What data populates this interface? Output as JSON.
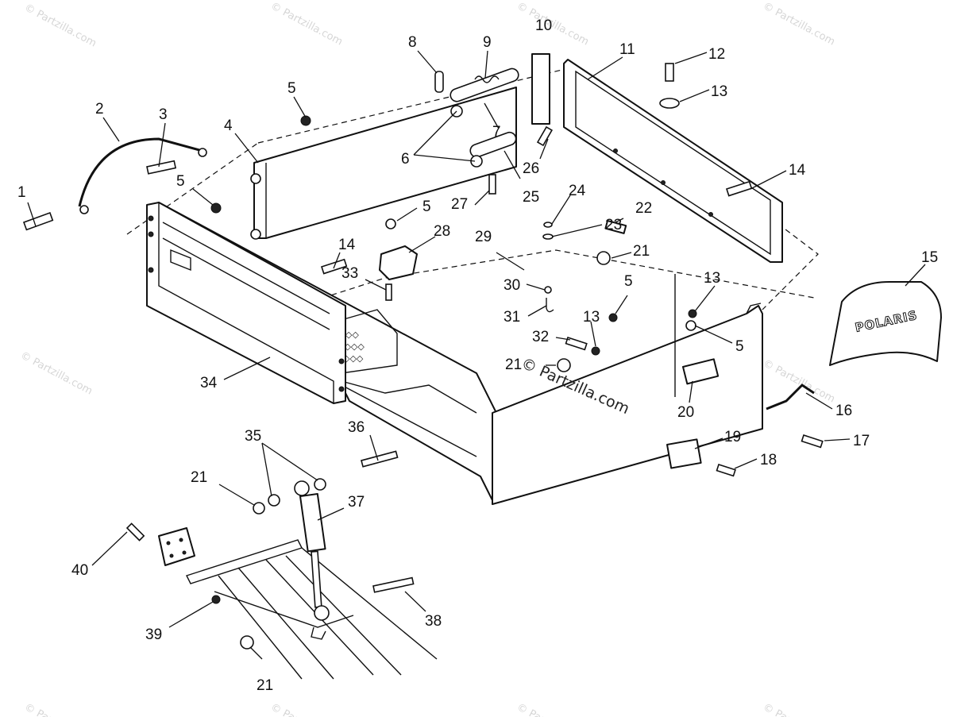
{
  "watermarks": {
    "corner_text": "© Partzilla.com",
    "center_text": "© Partzilla.com"
  },
  "decal_text": "POLARIS",
  "callouts": [
    {
      "id": "c1",
      "label": "1"
    },
    {
      "id": "c2",
      "label": "2"
    },
    {
      "id": "c3",
      "label": "3"
    },
    {
      "id": "c4",
      "label": "4"
    },
    {
      "id": "c5a",
      "label": "5"
    },
    {
      "id": "c5b",
      "label": "5"
    },
    {
      "id": "c5c",
      "label": "5"
    },
    {
      "id": "c5d",
      "label": "5"
    },
    {
      "id": "c5e",
      "label": "5"
    },
    {
      "id": "c6",
      "label": "6"
    },
    {
      "id": "c7",
      "label": "7"
    },
    {
      "id": "c8",
      "label": "8"
    },
    {
      "id": "c9",
      "label": "9"
    },
    {
      "id": "c10",
      "label": "10"
    },
    {
      "id": "c11",
      "label": "11"
    },
    {
      "id": "c12",
      "label": "12"
    },
    {
      "id": "c13a",
      "label": "13"
    },
    {
      "id": "c13b",
      "label": "13"
    },
    {
      "id": "c13c",
      "label": "13"
    },
    {
      "id": "c14a",
      "label": "14"
    },
    {
      "id": "c14b",
      "label": "14"
    },
    {
      "id": "c15",
      "label": "15"
    },
    {
      "id": "c16",
      "label": "16"
    },
    {
      "id": "c17",
      "label": "17"
    },
    {
      "id": "c18",
      "label": "18"
    },
    {
      "id": "c19",
      "label": "19"
    },
    {
      "id": "c20",
      "label": "20"
    },
    {
      "id": "c21a",
      "label": "21"
    },
    {
      "id": "c21b",
      "label": "21"
    },
    {
      "id": "c21c",
      "label": "21"
    },
    {
      "id": "c21d",
      "label": "21"
    },
    {
      "id": "c22",
      "label": "22"
    },
    {
      "id": "c23",
      "label": "23"
    },
    {
      "id": "c24",
      "label": "24"
    },
    {
      "id": "c25",
      "label": "25"
    },
    {
      "id": "c26",
      "label": "26"
    },
    {
      "id": "c27",
      "label": "27"
    },
    {
      "id": "c28",
      "label": "28"
    },
    {
      "id": "c29",
      "label": "29"
    },
    {
      "id": "c30",
      "label": "30"
    },
    {
      "id": "c31",
      "label": "31"
    },
    {
      "id": "c32",
      "label": "32"
    },
    {
      "id": "c33",
      "label": "33"
    },
    {
      "id": "c34",
      "label": "34"
    },
    {
      "id": "c35",
      "label": "35"
    },
    {
      "id": "c36",
      "label": "36"
    },
    {
      "id": "c37",
      "label": "37"
    },
    {
      "id": "c38",
      "label": "38"
    },
    {
      "id": "c39",
      "label": "39"
    },
    {
      "id": "c40",
      "label": "40"
    }
  ]
}
